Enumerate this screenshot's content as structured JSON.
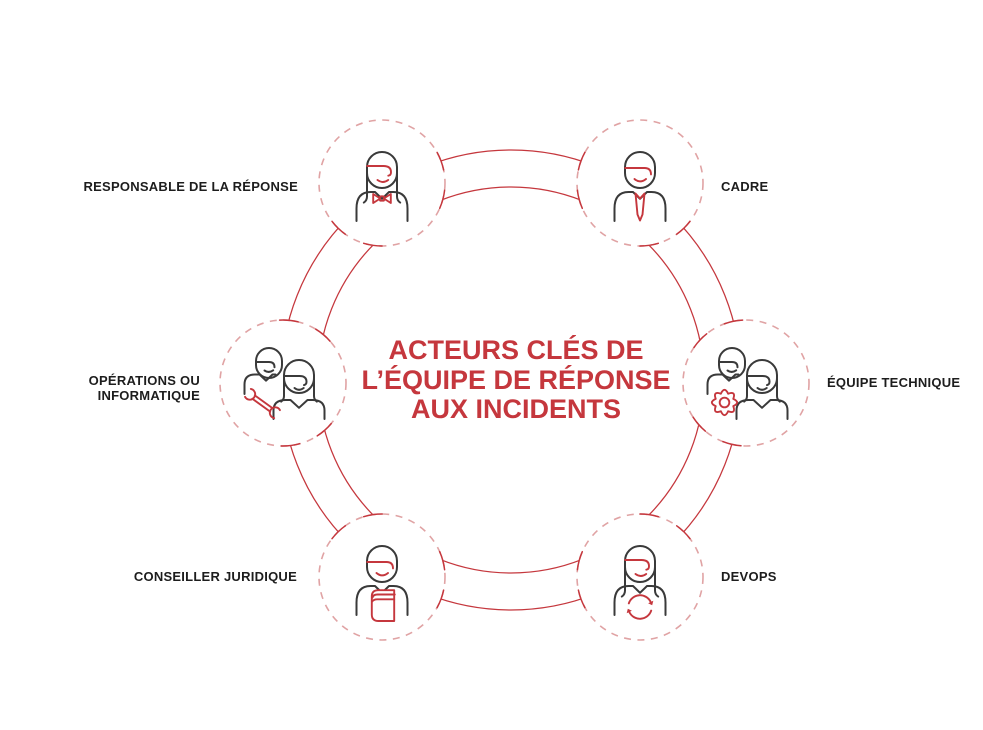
{
  "title": {
    "lines": [
      "ACTEURS CLÉS DE",
      "L’ÉQUIPE DE RÉPONSE",
      "AUX INCIDENTS"
    ]
  },
  "nodes": [
    {
      "id": "responsable",
      "label": "RESPONSABLE DE LA RÉPONSE",
      "icon": "woman-bow-icon"
    },
    {
      "id": "cadre",
      "label": "CADRE",
      "icon": "man-tie-icon"
    },
    {
      "id": "equipe",
      "label": "ÉQUIPE TECHNIQUE",
      "icon": "two-people-gear-icon"
    },
    {
      "id": "devops",
      "label": "DEVOPS",
      "icon": "woman-sync-icon"
    },
    {
      "id": "conseiller",
      "label": "CONSEILLER JURIDIQUE",
      "icon": "man-book-icon"
    },
    {
      "id": "operations",
      "label": "OPÉRATIONS OU INFORMATIQUE",
      "icon": "two-people-wrench-icon"
    }
  ],
  "colors": {
    "accent": "#c5373d",
    "dash": "#e0a3a4",
    "ink": "#3a3a3a",
    "label": "#1d1d1d",
    "bg": "#ffffff"
  }
}
